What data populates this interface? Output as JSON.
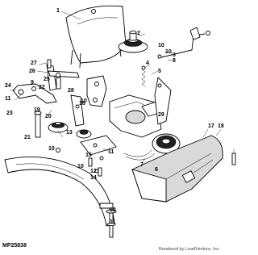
{
  "figure_id": "MP25838",
  "watermark": "Rendered by LeadVenture, Inc.",
  "callouts": [
    "1",
    "2",
    "3",
    "4",
    "5",
    "6",
    "7",
    "8",
    "9",
    "10",
    "11",
    "12",
    "13",
    "14",
    "15",
    "16",
    "17",
    "18",
    "19",
    "20",
    "21",
    "22",
    "23",
    "24",
    "25",
    "26",
    "27",
    "28",
    "29"
  ]
}
